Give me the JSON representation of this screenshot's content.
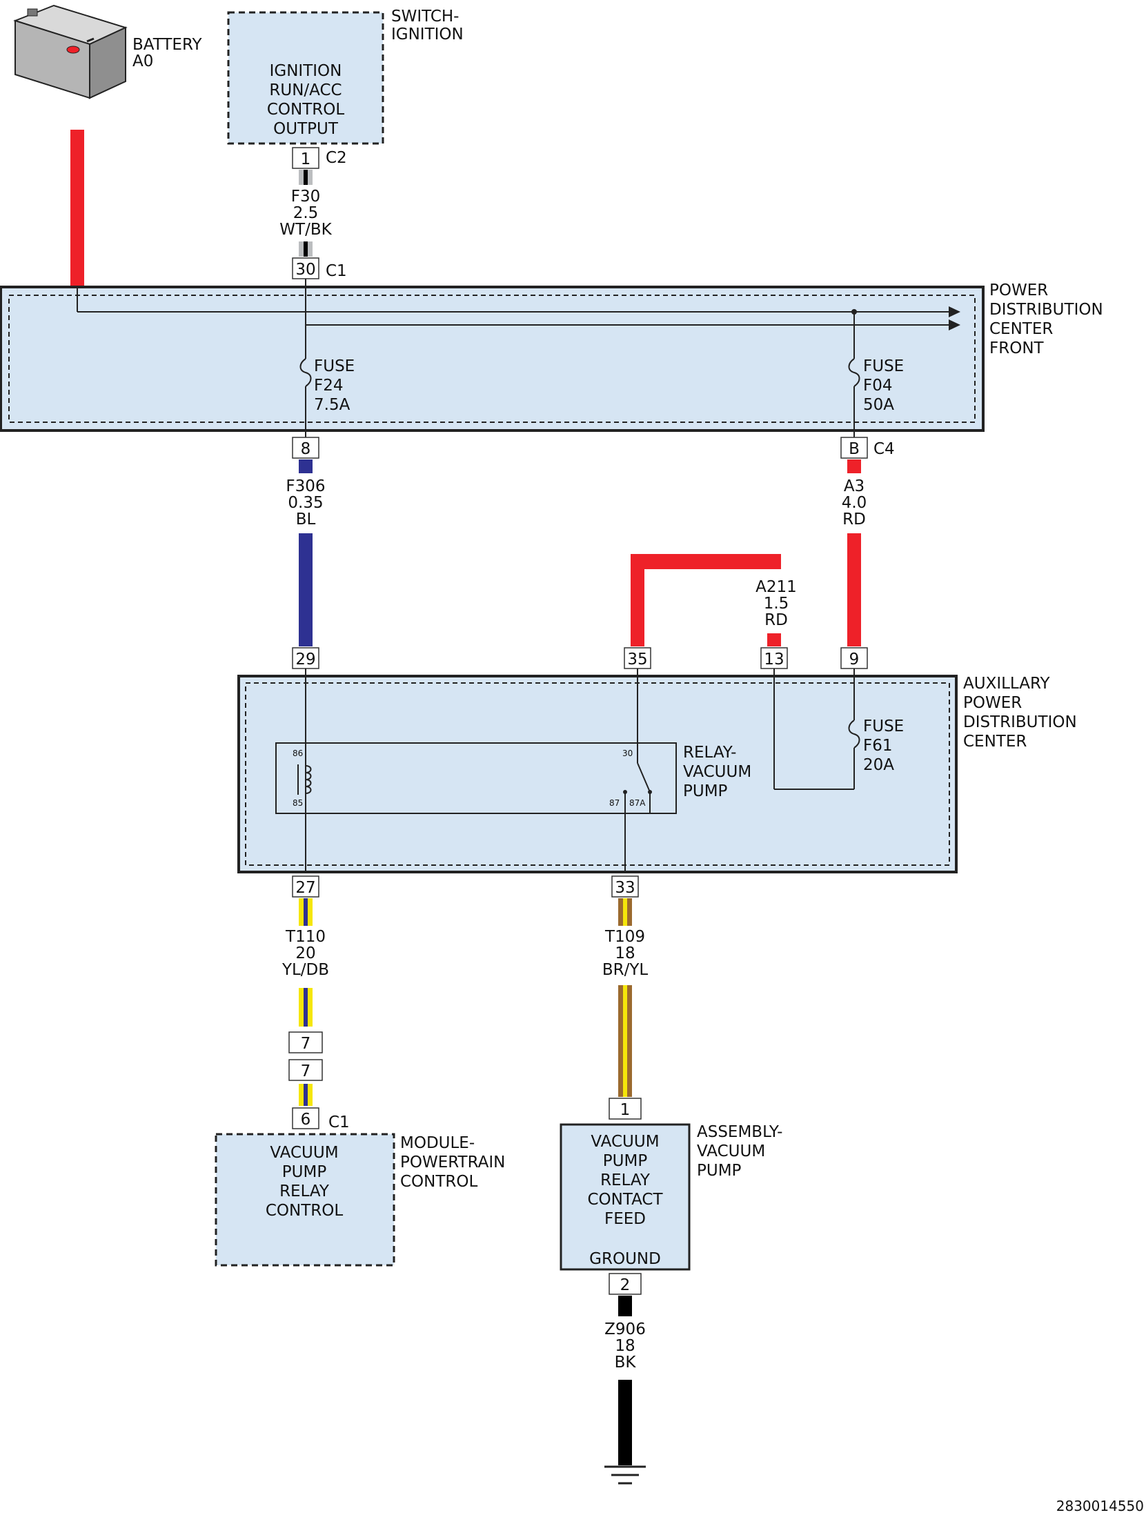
{
  "colors": {
    "module_fill": "#d6e5f3",
    "wire_red": "#ee2129",
    "wire_blue": "#2e3192",
    "wire_yellow": "#f5e60a",
    "wire_brown": "#9b6a2f",
    "wire_black": "#000000",
    "wire_grey": "#bcbec0"
  },
  "battery": {
    "name": "BATTERY",
    "id": "A0"
  },
  "switch_ignition": {
    "title": [
      "SWITCH-",
      "IGNITION"
    ],
    "body": [
      "IGNITION",
      "RUN/ACC",
      "CONTROL",
      "OUTPUT"
    ],
    "pin": "1",
    "connector": "C2"
  },
  "wire_f30": {
    "circuit": "F30",
    "gauge": "2.5",
    "color": "WT/BK"
  },
  "pdc_front": {
    "title": [
      "POWER",
      "DISTRIBUTION",
      "CENTER",
      "FRONT"
    ],
    "in_pin": "30",
    "in_connector": "C1",
    "fuse_f24": [
      "FUSE",
      "F24",
      "7.5A"
    ],
    "fuse_f04": [
      "FUSE",
      "F04",
      "50A"
    ],
    "pin_8": "8",
    "pin_b": "B",
    "connector_c4": "C4"
  },
  "wire_f306": {
    "circuit": "F306",
    "gauge": "0.35",
    "color": "BL"
  },
  "wire_a3": {
    "circuit": "A3",
    "gauge": "4.0",
    "color": "RD"
  },
  "wire_a211": {
    "circuit": "A211",
    "gauge": "1.5",
    "color": "RD"
  },
  "apdc": {
    "title": [
      "AUXILLARY",
      "POWER",
      "DISTRIBUTION",
      "CENTER"
    ],
    "pins_top": [
      "29",
      "35",
      "13",
      "9"
    ],
    "pins_bottom": [
      "27",
      "33"
    ],
    "fuse_f61": [
      "FUSE",
      "F61",
      "20A"
    ],
    "relay_title": [
      "RELAY-",
      "VACUUM",
      "PUMP"
    ],
    "relay_terminals": {
      "t86": "86",
      "t85": "85",
      "t30": "30",
      "t87": "87",
      "t87a": "87A"
    }
  },
  "wire_t110": {
    "circuit": "T110",
    "gauge": "20",
    "color": "YL/DB"
  },
  "inline_pins": [
    "7",
    "7"
  ],
  "wire_t109": {
    "circuit": "T109",
    "gauge": "18",
    "color": "BR/YL"
  },
  "pcm": {
    "title": [
      "MODULE-",
      "POWERTRAIN",
      "CONTROL"
    ],
    "body": [
      "VACUUM",
      "PUMP",
      "RELAY",
      "CONTROL"
    ],
    "pin": "6",
    "connector": "C1"
  },
  "vacuum_pump": {
    "title": [
      "ASSEMBLY-",
      "VACUUM",
      "PUMP"
    ],
    "body": [
      "VACUUM",
      "PUMP",
      "RELAY",
      "CONTACT",
      "FEED"
    ],
    "ground_label": "GROUND",
    "pin_1": "1",
    "pin_2": "2"
  },
  "wire_z906": {
    "circuit": "Z906",
    "gauge": "18",
    "color": "BK"
  },
  "figure_id": "2830014550"
}
